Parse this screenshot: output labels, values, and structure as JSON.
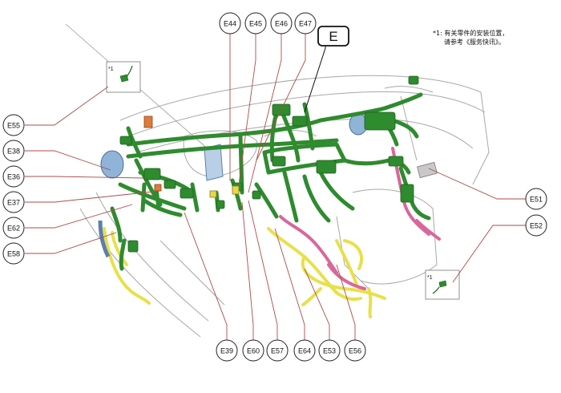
{
  "note": {
    "line1": "*1: 有关零件的安装位置，",
    "line2": "请参考《服务快讯》。"
  },
  "group_label": "E",
  "inset_marker": "*1",
  "connectors": [
    "E44",
    "E45",
    "E46",
    "E47",
    "E55",
    "E38",
    "E36",
    "E37",
    "E62",
    "E58",
    "E51",
    "E52",
    "E39",
    "E60",
    "E57",
    "E64",
    "E53",
    "E56"
  ],
  "colors": {
    "harness": "#2e8b2e",
    "harness_dark": "#1f5f1f",
    "yellow_harness": "#e8e04a",
    "pink_harness": "#d9679a",
    "blue_part": "#8fb4d8",
    "orange_part": "#e07a3a",
    "leader_red": "#b04a4a",
    "outline": "#9a9a9a"
  }
}
